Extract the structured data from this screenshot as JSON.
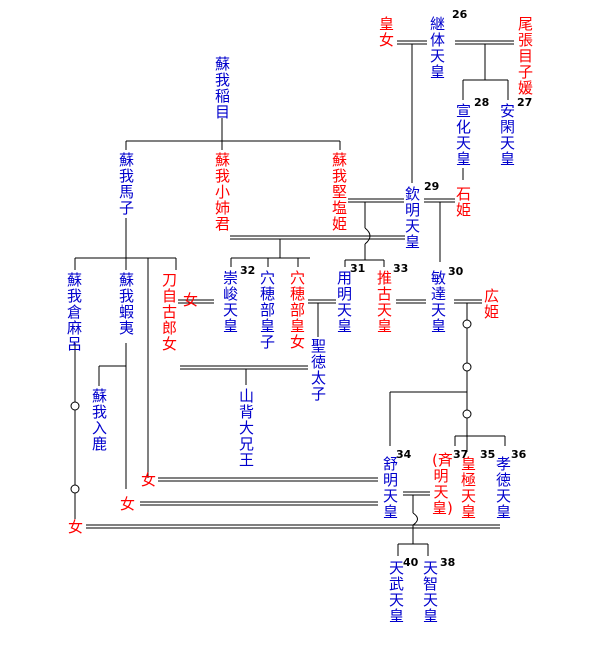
{
  "colors": {
    "male": "#0000cc",
    "female": "#ff0000",
    "line": "#000000"
  },
  "nodes": {
    "soga_iname": "蘇我稲目",
    "soga_umako": "蘇我馬子",
    "soga_oane": "蘇我小姉君",
    "soga_kitashi": "蘇我堅塩姫",
    "soga_kurayamada": "蘇我倉麻呂",
    "soga_emishi": "蘇我蝦夷",
    "soga_iruka": "蘇我入鹿",
    "tojiko": "刀自古郎女",
    "onna": "女",
    "sushun": "崇峻天皇",
    "anahobe_miko": "穴穂部皇子",
    "anahobe_himemiko": "穴穂部皇女",
    "yomei": "用明天皇",
    "suiko": "推古天皇",
    "bidatsu": "敏達天皇",
    "hiro": "広姫",
    "kinmei": "欽明天皇",
    "ishi": "石姫",
    "senka": "宣化天皇",
    "ankan": "安閑天皇",
    "keitai": "継体天皇",
    "kojo": "皇女",
    "owari": "尾張目子媛",
    "shotoku": "聖徳太子",
    "yamashiro": "山背大兄王",
    "jomei": "舒明天皇",
    "saimei": "(斉明天皇)",
    "kogyoku": "皇極天皇",
    "kotoku": "孝徳天皇",
    "tenmu": "天武天皇",
    "tenji": "天智天皇"
  },
  "numbers": {
    "keitai": "26",
    "ankan": "27",
    "senka": "28",
    "kinmei": "29",
    "bidatsu": "30",
    "yomei": "31",
    "sushun": "32",
    "suiko": "33",
    "jomei": "34",
    "kogyoku": "35",
    "kotoku": "36",
    "saimei": "37",
    "tenji": "38",
    "tenmu": "40"
  }
}
